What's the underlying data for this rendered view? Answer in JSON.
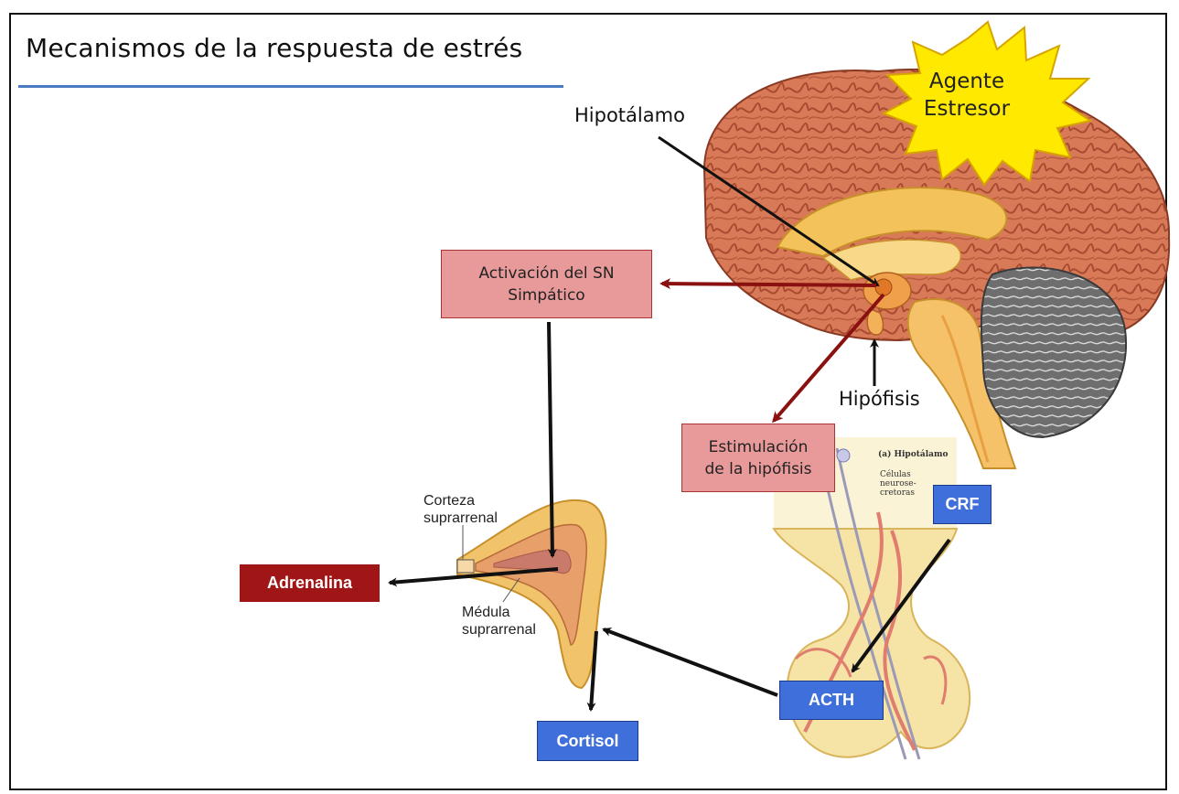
{
  "title": "Mecanismos de la respuesta  de estrés",
  "labels": {
    "hipotalamo": "Hipotálamo",
    "hipofisis": "Hipófisis",
    "corteza_1": "Corteza",
    "corteza_2": "suprarrenal",
    "medula_1": "Médula",
    "medula_2": "suprarrenal",
    "inset_title": "(a) Hipotálamo",
    "inset_cells_1": "Células",
    "inset_cells_2": "neurose-",
    "inset_cells_3": "cretoras"
  },
  "star": {
    "line1": "Agente",
    "line2": "Estresor",
    "color": "#ffe900"
  },
  "boxes": {
    "activacion_1": "Activación del SN",
    "activacion_2": "Simpático",
    "estimulacion_1": "Estimulación",
    "estimulacion_2": "de la hipófisis",
    "crf": "CRF",
    "acth": "ACTH",
    "adrenalina": "Adrenalina",
    "cortisol": "Cortisol"
  },
  "colors": {
    "title_rule": "#4a7ac2",
    "pink_box": "#e89a9a",
    "blue_box": "#3f6fdb",
    "red_box": "#a01616",
    "dark_red_arrow": "#8b1010",
    "black_arrow": "#111111"
  }
}
